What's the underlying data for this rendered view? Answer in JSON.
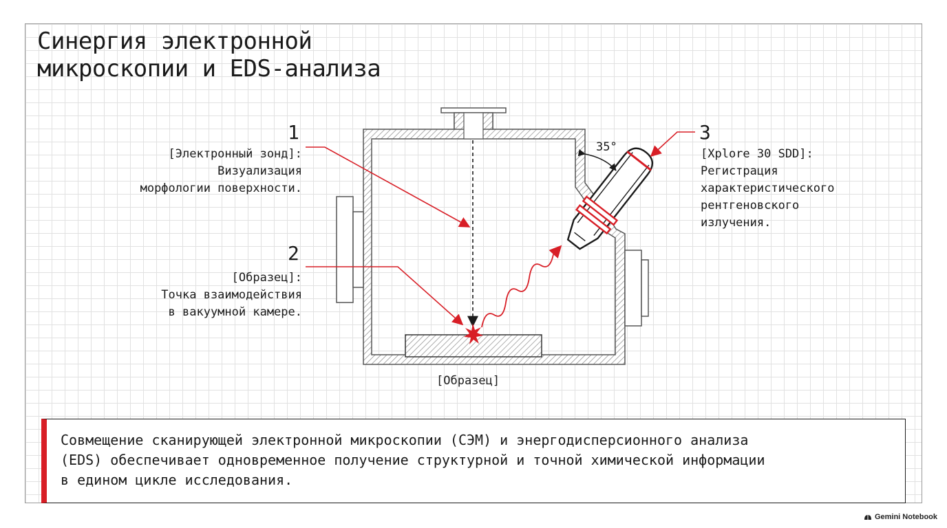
{
  "title": {
    "line1": "Синергия электронной",
    "line2": "микроскопии и EDS-анализа"
  },
  "callouts": [
    {
      "number": "1",
      "lines": [
        "[Электронный зонд]:",
        "Визуализация",
        "морфологии поверхности."
      ]
    },
    {
      "number": "2",
      "lines": [
        "[Образец]:",
        "Точка взаимодействия",
        "в вакуумной камере."
      ]
    },
    {
      "number": "3",
      "lines": [
        "[Xplore 30 SDD]:",
        "Регистрация",
        "характеристического",
        "рентгеновского",
        "излучения."
      ]
    }
  ],
  "angle_label": "35°",
  "sample_caption": "[Образец]",
  "summary": {
    "lines": [
      "Совмещение сканирующей электронной микроскопии (СЭМ) и энергодисперсионного анализа",
      "(EDS) обеспечивает одновременное получение структурной и точной химической информации",
      "в едином цикле исследования."
    ]
  },
  "brand": {
    "label": "Gemini Notebook",
    "icon": "dome-icon"
  },
  "colors": {
    "accent": "#d81e26",
    "ink": "#1a1a1a",
    "grid": "#e1e1e1",
    "outline": "#555555"
  }
}
